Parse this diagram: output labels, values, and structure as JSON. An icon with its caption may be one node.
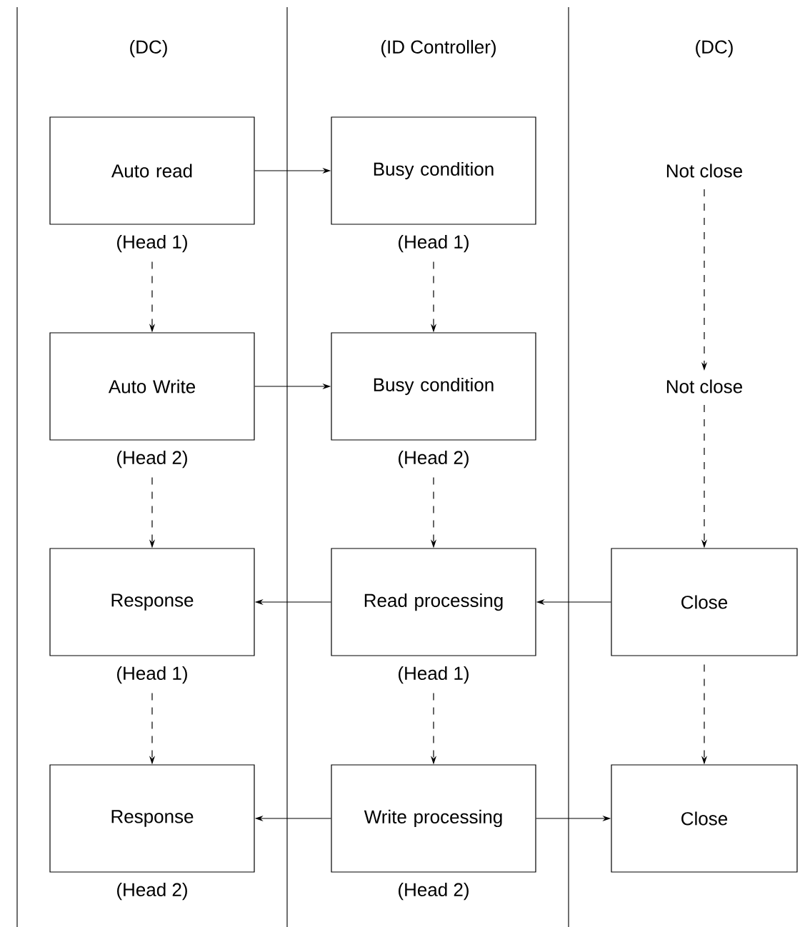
{
  "diagram": {
    "nodes": [
      {
        "text": [
          "Auto read"
        ],
        "beside": [
          "(Head 1)"
        ]
      },
      {
        "text": [
          "Busy condition"
        ],
        "beside": [
          "(Head 1)"
        ]
      },
      {
        "text": [
          "Not close"
        ]
      },
      {
        "text": [
          "Auto Write"
        ],
        "beside": [
          "(Head 2)"
        ]
      },
      {
        "text": [
          "Busy condition"
        ],
        "beside": [
          "(Head 2)"
        ]
      },
      {
        "text": [
          "Not close"
        ]
      },
      {
        "text": [
          "Response"
        ],
        "beside": [
          "(Head 1)"
        ]
      },
      {
        "text": [
          "Read processing"
        ],
        "beside": [
          "(Head 1)"
        ]
      },
      {
        "text": [
          "Close"
        ]
      },
      {
        "text": [
          "Response"
        ],
        "beside": [
          "(Head 2)"
        ]
      },
      {
        "text": [
          "Write processing"
        ],
        "beside": [
          "(Head 2)"
        ]
      },
      {
        "text": [
          "Close"
        ]
      }
    ],
    "edges": [
      {
        "from": 0,
        "to": 1,
        "arrow": "to"
      },
      {
        "from": 0,
        "to": 3,
        "arrow": "to",
        "style": "dashed"
      },
      {
        "from": 1,
        "to": 4,
        "arrow": "to",
        "style": "dashed"
      },
      {
        "from": 2,
        "to": 5,
        "arrow": "to",
        "style": "dashed"
      },
      {
        "from": 3,
        "to": 4,
        "arrow": "to"
      },
      {
        "from": 3,
        "to": 6,
        "arrow": "to",
        "style": "dashed"
      },
      {
        "from": 4,
        "to": 7,
        "arrow": "to",
        "style": "dashed"
      },
      {
        "from": 5,
        "to": 8,
        "arrow": "to",
        "style": "dashed"
      },
      {
        "from": 7,
        "to": 6,
        "arrow": "to"
      },
      {
        "from": 8,
        "to": 7,
        "arrow": "to"
      },
      {
        "from": 6,
        "to": 9,
        "arrow": "to",
        "style": "dashed"
      },
      {
        "from": 7,
        "to": 10,
        "arrow": "to",
        "style": "dashed"
      },
      {
        "from": 8,
        "to": 11,
        "arrow": "to",
        "style": "dashed"
      },
      {
        "from": 10,
        "to": 9,
        "arrow": "to"
      },
      {
        "from": 10,
        "to": 11,
        "arrow": "to"
      }
    ],
    "labels": [
      "(DC)",
      "(ID Controller)",
      "(DC)"
    ]
  }
}
